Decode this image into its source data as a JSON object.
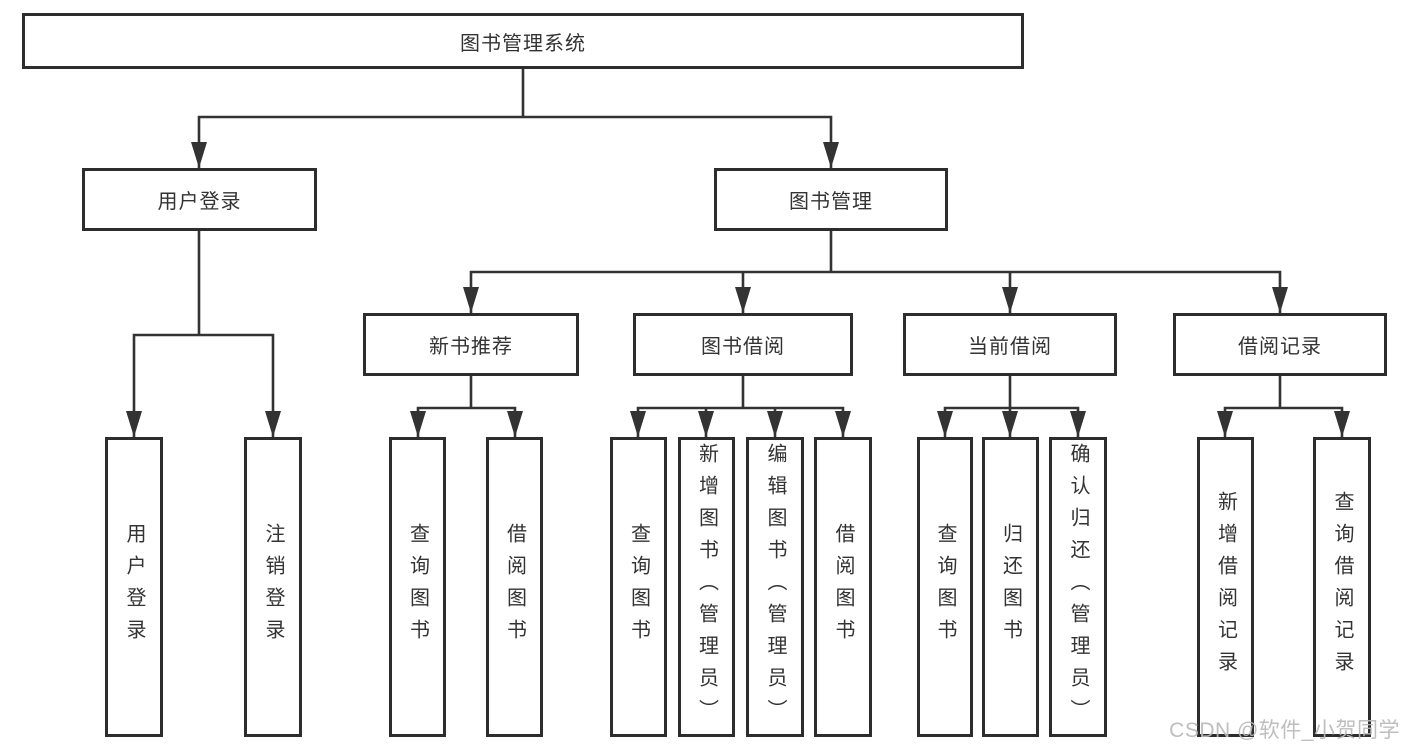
{
  "diagram": {
    "tree": {
      "label": "图书管理系统",
      "children": [
        {
          "label": "用户登录",
          "children": [
            {
              "label": "用户登录"
            },
            {
              "label": "注销登录"
            }
          ]
        },
        {
          "label": "图书管理",
          "children": [
            {
              "label": "新书推荐",
              "children": [
                {
                  "label": "查询图书"
                },
                {
                  "label": "借阅图书"
                }
              ]
            },
            {
              "label": "图书借阅",
              "children": [
                {
                  "label": "查询图书"
                },
                {
                  "label": "新增图书（管理员）"
                },
                {
                  "label": "编辑图书（管理员）"
                },
                {
                  "label": "借阅图书"
                }
              ]
            },
            {
              "label": "当前借阅",
              "children": [
                {
                  "label": "查询图书"
                },
                {
                  "label": "归还图书"
                },
                {
                  "label": "确认归还（管理员）"
                }
              ]
            },
            {
              "label": "借阅记录",
              "children": [
                {
                  "label": "新增借阅记录"
                },
                {
                  "label": "查询借阅记录"
                }
              ]
            }
          ]
        }
      ]
    },
    "watermark": "CSDN @软件_小贺同学",
    "colors": {
      "line": "#333333",
      "border": "#2d2d2d",
      "text": "#333333",
      "background": "#ffffff",
      "watermark": "#b9b9b9"
    }
  }
}
